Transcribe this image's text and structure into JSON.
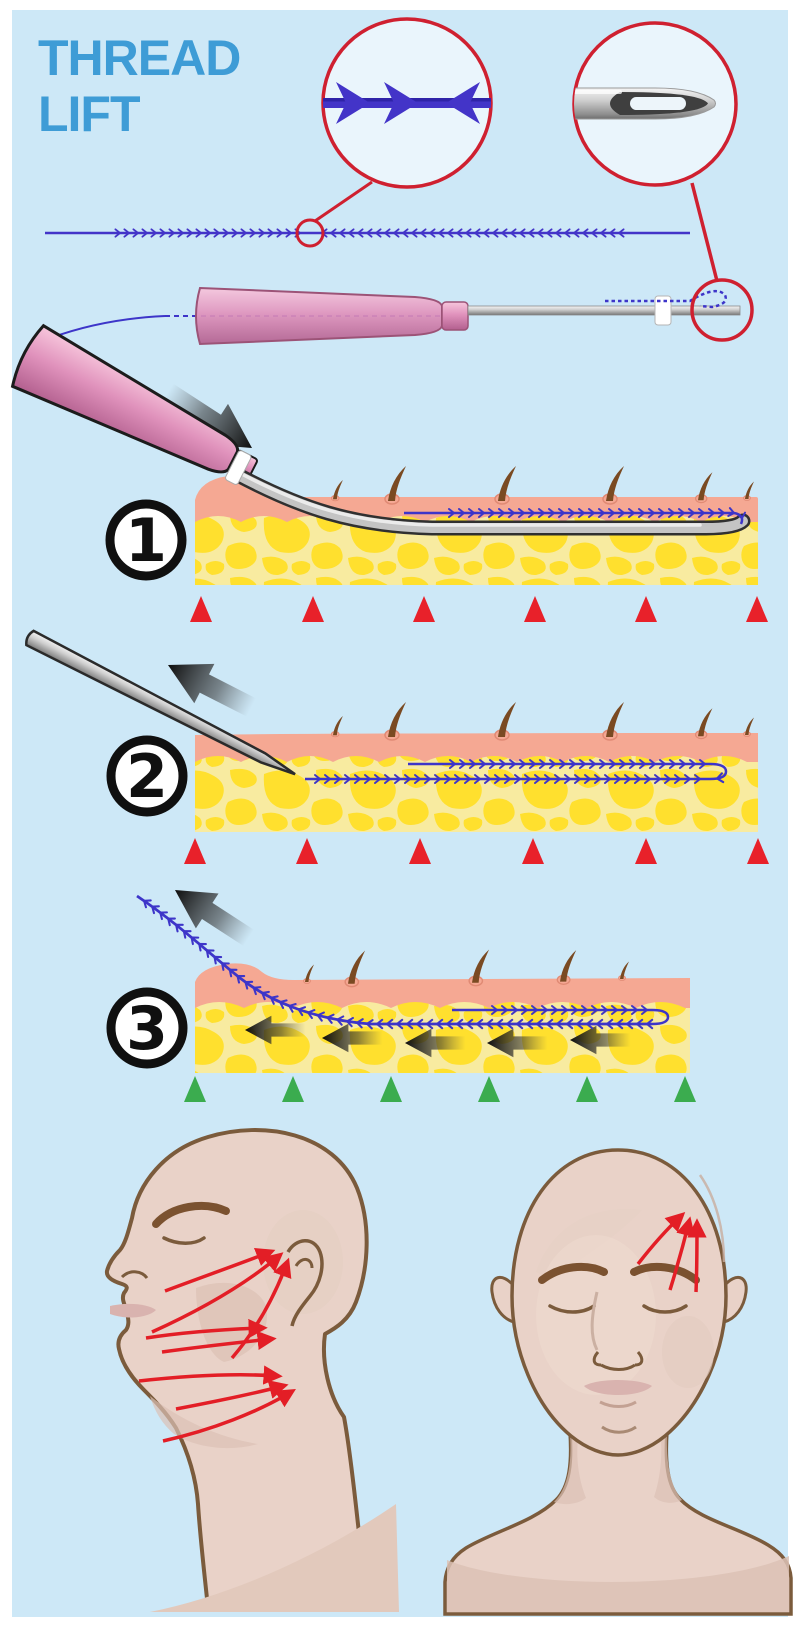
{
  "title": {
    "line1": "THREAD",
    "line2": "LIFT"
  },
  "steps": [
    {
      "number": "1"
    },
    {
      "number": "2"
    },
    {
      "number": "3"
    }
  ],
  "colors": {
    "background": "#cde8f7",
    "frame": "#ffffff",
    "title_blue": "#3e9cd6",
    "thread_blue": "#4334c8",
    "callout_red": "#cf2030",
    "skin_pink": "#f5a893",
    "fat_yellow": "#ffe02e",
    "fat_web_cream": "#f8eba0",
    "hair_brown": "#7a4a22",
    "arrow_red": "#e8212a",
    "arrow_green": "#3bac4f",
    "face_skin": "#e9d2c8",
    "face_outline": "#7b5b3c",
    "lift_arrow_red": "#e31e26",
    "hub_pink": "#d989b4",
    "needle_gray": "#adadad"
  }
}
